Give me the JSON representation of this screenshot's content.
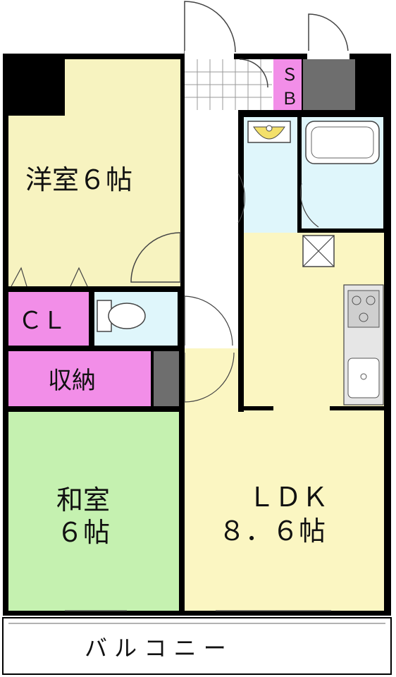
{
  "floorplan": {
    "rooms": {
      "western_room": {
        "name": "洋室",
        "size": "6帖",
        "label": "洋室６帖"
      },
      "closet": {
        "label": "ＣＬ"
      },
      "storage": {
        "label": "収納"
      },
      "japanese_room": {
        "name": "和室",
        "size": "６帖"
      },
      "ldk": {
        "name": "ＬＤＫ",
        "size": "８．６帖"
      },
      "shoe_box": {
        "line1": "Ｓ",
        "line2": "Ｂ"
      },
      "balcony": {
        "label": "バ ル コ ニ ー"
      }
    },
    "colors": {
      "western_room": "#f7f3c0",
      "ldk": "#fbf6c2",
      "japanese_room": "#c5f1b0",
      "storage": "#f28ee8",
      "water_area": "#dff6fb",
      "wall": "#000000",
      "corridor": "#ffffff",
      "pillar_dark": "#6e6e6e"
    }
  }
}
